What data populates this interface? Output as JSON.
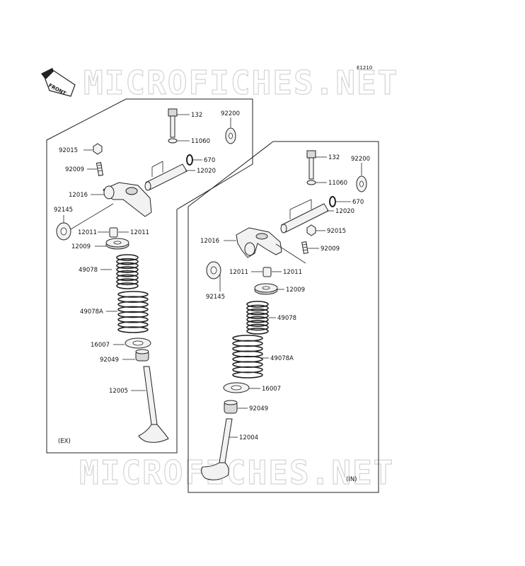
{
  "diagram_code": "E1210",
  "watermark": "MICROFICHES.NET",
  "front_label": "FRONT",
  "ex_panel": {
    "tag": "(EX)",
    "labels": {
      "bolt": "132",
      "washer_large": "92200",
      "washer_small": "11060",
      "oring": "670",
      "shaft": "12020",
      "nut": "92015",
      "screw": "92009",
      "arm": "12016",
      "shim": "92145",
      "cotter_a": "12011",
      "cotter_b": "12011",
      "retainer": "12009",
      "spring_inner": "49078",
      "spring_outer": "49078A",
      "seat": "16007",
      "seal": "92049",
      "valve": "12005"
    }
  },
  "in_panel": {
    "tag": "(IN)",
    "labels": {
      "bolt": "132",
      "washer_large": "92200",
      "washer_small": "11060",
      "oring": "670",
      "shaft": "12020",
      "nut": "92015",
      "screw": "92009",
      "arm": "12016",
      "shim": "92145",
      "cotter_a": "12011",
      "cotter_b": "12011",
      "retainer": "12009",
      "spring_inner": "49078",
      "spring_outer": "49078A",
      "seat": "16007",
      "seal": "92049",
      "valve": "12004"
    }
  }
}
